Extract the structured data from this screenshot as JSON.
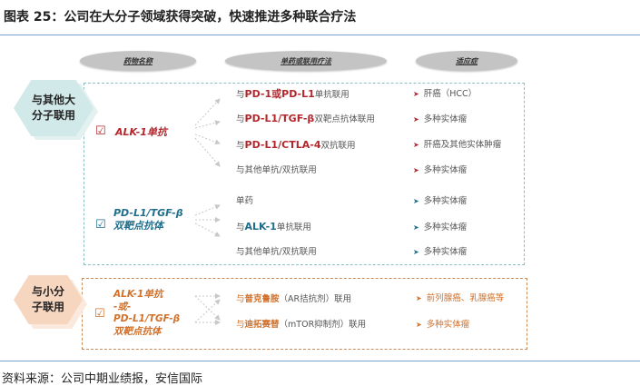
{
  "title": "图表 25：公司在大分子领域获得突破，快速推进多种联合疗法",
  "headers": {
    "drug": "药物名称",
    "therapy": "单药或联用疗法",
    "indication": "适应症"
  },
  "colors": {
    "red": "#b3262b",
    "teal": "#1f6e8c",
    "orange": "#d0702a",
    "line": "#7aa2cc"
  },
  "groups": [
    {
      "category": "与其他大分子联用",
      "drugs": [
        {
          "name": "ALK-1单抗",
          "rows": [
            {
              "pre": "与",
              "bold": "PD-1或PD-L1",
              "post": "单抗联用",
              "indication": "肝癌（HCC）"
            },
            {
              "pre": "与",
              "bold": "PD-L1/TGF-β",
              "post": "双靶点抗体联用",
              "indication": "多种实体瘤"
            },
            {
              "pre": "与",
              "bold": "PD-L1/CTLA-4",
              "post": "双抗联用",
              "indication": "肝癌及其他实体肿瘤"
            },
            {
              "pre": "与其他单抗/双抗联用",
              "bold": "",
              "post": "",
              "indication": "多种实体瘤"
            }
          ]
        },
        {
          "name_line1": "PD-L1/TGF-β",
          "name_line2": "双靶点抗体",
          "rows": [
            {
              "pre": "单药",
              "bold": "",
              "post": "",
              "indication": "多种实体瘤"
            },
            {
              "pre": "与",
              "bold": "ALK-1",
              "post": "单抗联用",
              "indication": "多种实体瘤"
            },
            {
              "pre": "与其他单抗/双抗联用",
              "bold": "",
              "post": "",
              "indication": "多种实体瘤"
            }
          ]
        }
      ]
    },
    {
      "category": "与小分子联用",
      "drug_lines": [
        "ALK-1单抗",
        "-或-",
        "PD-L1/TGF-β",
        "双靶点抗体"
      ],
      "rows": [
        {
          "pre": "与",
          "bold": "普克鲁胺",
          "post": "（AR拮抗剂）联用",
          "indication": "前列腺癌、乳腺癌等"
        },
        {
          "pre": "与",
          "bold": "迪拓赛替",
          "post": "（mTOR抑制剂）联用",
          "indication": "多种实体瘤"
        }
      ]
    }
  ],
  "source": "资料来源：公司中期业绩报，安信国际"
}
